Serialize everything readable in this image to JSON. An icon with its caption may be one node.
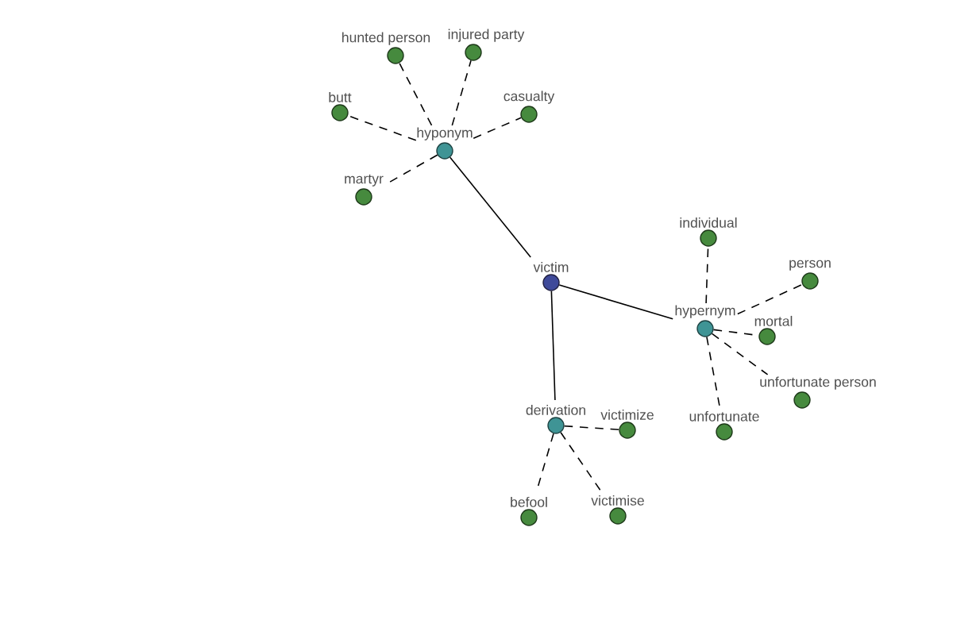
{
  "diagram": {
    "nodes": [
      {
        "text": [
          "hunted person"
        ]
      },
      {
        "text": [
          "injured party"
        ]
      },
      {
        "text": [
          "butt"
        ]
      },
      {
        "text": [
          "casualty"
        ]
      },
      {
        "text": [
          "hyponym"
        ]
      },
      {
        "text": [
          "martyr"
        ]
      },
      {
        "text": [
          "individual"
        ]
      },
      {
        "text": [
          "person"
        ]
      },
      {
        "text": [
          "victim"
        ]
      },
      {
        "text": [
          "hypernym"
        ]
      },
      {
        "text": [
          "mortal"
        ]
      },
      {
        "text": [
          "unfortunate person"
        ]
      },
      {
        "text": [
          "derivation"
        ]
      },
      {
        "text": [
          "victimize"
        ]
      },
      {
        "text": [
          "unfortunate"
        ]
      },
      {
        "text": [
          "befool"
        ]
      },
      {
        "text": [
          "victimise"
        ]
      }
    ],
    "edges": [
      {
        "from": 8,
        "to": 4,
        "arrow": "none"
      },
      {
        "from": 8,
        "to": 9,
        "arrow": "none"
      },
      {
        "from": 8,
        "to": 12,
        "arrow": "none"
      },
      {
        "from": 4,
        "to": 0,
        "arrow": "none",
        "style": "dashed"
      },
      {
        "from": 4,
        "to": 1,
        "arrow": "none",
        "style": "dashed"
      },
      {
        "from": 4,
        "to": 2,
        "arrow": "none",
        "style": "dashed"
      },
      {
        "from": 4,
        "to": 3,
        "arrow": "none",
        "style": "dashed"
      },
      {
        "from": 4,
        "to": 5,
        "arrow": "none",
        "style": "dashed"
      },
      {
        "from": 9,
        "to": 6,
        "arrow": "none",
        "style": "dashed"
      },
      {
        "from": 9,
        "to": 7,
        "arrow": "none",
        "style": "dashed"
      },
      {
        "from": 9,
        "to": 10,
        "arrow": "none",
        "style": "dashed"
      },
      {
        "from": 9,
        "to": 11,
        "arrow": "none",
        "style": "dashed"
      },
      {
        "from": 9,
        "to": 14,
        "arrow": "none",
        "style": "dashed"
      },
      {
        "from": 12,
        "to": 13,
        "arrow": "none",
        "style": "dashed"
      },
      {
        "from": 12,
        "to": 15,
        "arrow": "none",
        "style": "dashed"
      },
      {
        "from": 12,
        "to": 16,
        "arrow": "none",
        "style": "dashed"
      }
    ]
  }
}
